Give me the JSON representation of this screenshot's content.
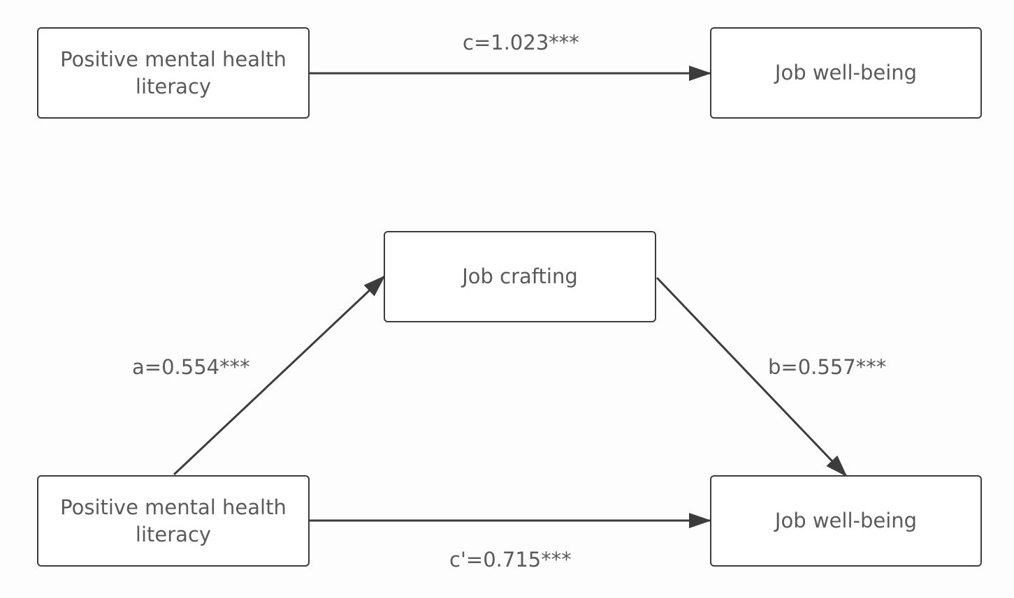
{
  "total_effect_model": {
    "predictor": "Positive mental health literacy",
    "outcome": "Job well-being",
    "path_c": "c=1.023***"
  },
  "mediation_model": {
    "predictor": "Positive mental health literacy",
    "mediator": "Job crafting",
    "outcome": "Job well-being",
    "path_a": "a=0.554***",
    "path_b": "b=0.557***",
    "path_c_prime": "c'=0.715***"
  },
  "colors": {
    "stroke": "#3c3c3c",
    "text": "#5a5a5a",
    "background": "#fdfdfd"
  }
}
